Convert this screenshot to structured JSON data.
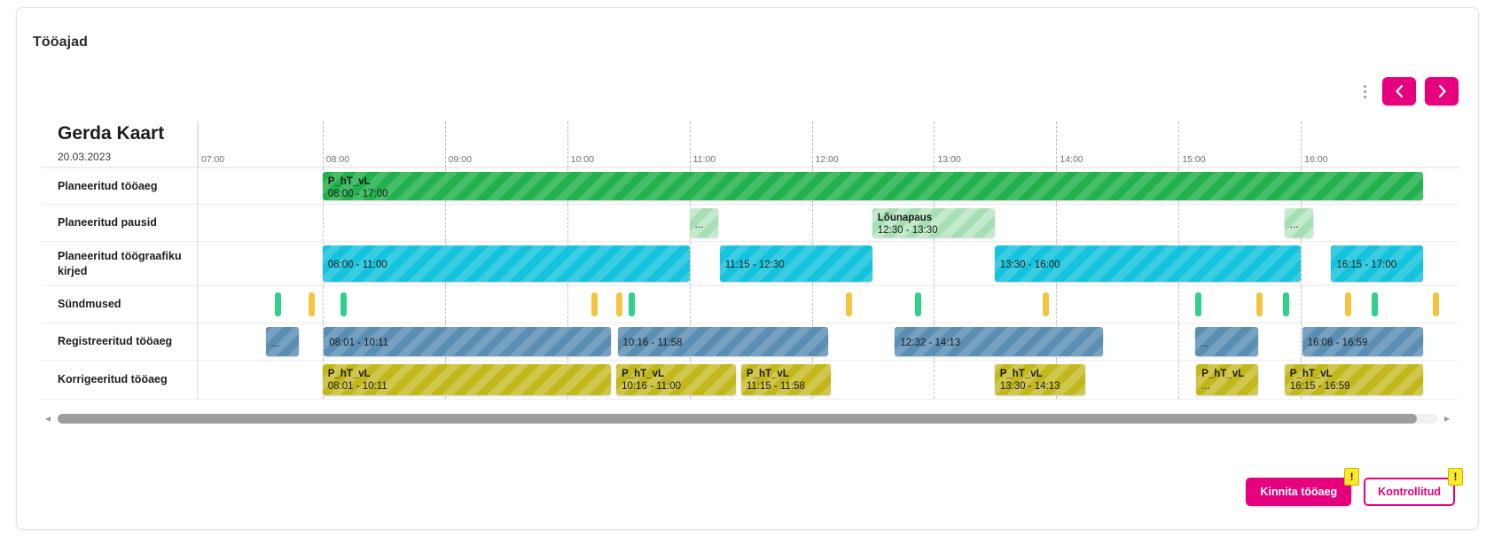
{
  "panel": {
    "title": "Tööajad"
  },
  "top_controls": {
    "kebab_name": "more-options",
    "prev_label": "‹",
    "next_label": "›"
  },
  "person": {
    "name": "Gerda Kaart",
    "date": "20.03.2023"
  },
  "axis": {
    "ticks": [
      "07:00",
      "08:00",
      "09:00",
      "10:00",
      "11:00",
      "12:00",
      "13:00",
      "14:00",
      "15:00",
      "16:00"
    ],
    "tick_positions_pct": [
      0.0,
      9.9,
      19.6,
      29.3,
      39.0,
      48.7,
      58.4,
      68.1,
      77.8,
      87.5
    ],
    "tick_dashed": [
      false,
      true,
      true,
      true,
      true,
      true,
      true,
      true,
      true,
      true
    ]
  },
  "rows": [
    {
      "label": "Planeeritud tööaeg",
      "name": "row-planned-worktime",
      "height": 42,
      "bars": [
        {
          "kind": "green",
          "title": "P_hT_vL",
          "time": "08:00 - 17:00",
          "left_pct": 9.9,
          "width_pct": 87.3,
          "dots": false
        }
      ],
      "events": []
    },
    {
      "label": "Planeeritud pausid",
      "name": "row-planned-breaks",
      "height": 42,
      "bars": [
        {
          "kind": "lightgreen",
          "title": "",
          "time": "",
          "left_pct": 39.0,
          "width_pct": 2.3,
          "dots": true
        },
        {
          "kind": "lightgreen",
          "title": "Lõunapaus",
          "time": "12:30 - 13:30",
          "left_pct": 53.5,
          "width_pct": 9.7,
          "dots": false
        },
        {
          "kind": "lightgreen",
          "title": "",
          "time": "",
          "left_pct": 86.2,
          "width_pct": 2.3,
          "dots": true
        }
      ],
      "events": []
    },
    {
      "label": "Planeeritud töögraafiku kirjed",
      "name": "row-planned-schedule-entries",
      "height": 50,
      "bars": [
        {
          "kind": "cyan",
          "title": "",
          "time": "08:00 - 11:00",
          "left_pct": 9.9,
          "width_pct": 29.1,
          "dots": false
        },
        {
          "kind": "cyan",
          "title": "",
          "time": "11:15 - 12:30",
          "left_pct": 41.4,
          "width_pct": 12.1,
          "dots": false
        },
        {
          "kind": "cyan",
          "title": "",
          "time": "13:30 - 16:00",
          "left_pct": 63.2,
          "width_pct": 24.3,
          "dots": false
        },
        {
          "kind": "cyan",
          "title": "",
          "time": "16:15 - 17:00",
          "left_pct": 89.9,
          "width_pct": 7.3,
          "dots": false
        }
      ],
      "events": []
    },
    {
      "label": "Sündmused",
      "name": "row-events",
      "height": 42,
      "bars": [],
      "events": [
        {
          "color": "green",
          "left_pct": 6.3
        },
        {
          "color": "yellow",
          "left_pct": 9.0
        },
        {
          "color": "green",
          "left_pct": 11.5
        },
        {
          "color": "yellow",
          "left_pct": 31.4
        },
        {
          "color": "yellow",
          "left_pct": 33.4
        },
        {
          "color": "green",
          "left_pct": 34.4
        },
        {
          "color": "yellow",
          "left_pct": 51.6
        },
        {
          "color": "green",
          "left_pct": 57.1
        },
        {
          "color": "yellow",
          "left_pct": 67.2
        },
        {
          "color": "green",
          "left_pct": 79.3
        },
        {
          "color": "yellow",
          "left_pct": 84.2
        },
        {
          "color": "green",
          "left_pct": 86.3
        },
        {
          "color": "yellow",
          "left_pct": 91.2
        },
        {
          "color": "green",
          "left_pct": 93.3
        },
        {
          "color": "yellow",
          "left_pct": 98.2
        }
      ]
    },
    {
      "label": "Registreeritud tööaeg",
      "name": "row-registered-worktime",
      "height": 42,
      "bars": [
        {
          "kind": "blue",
          "title": "",
          "time": "",
          "left_pct": 5.4,
          "width_pct": 2.6,
          "dots": true
        },
        {
          "kind": "blue",
          "title": "",
          "time": "08:01 - 10:11",
          "left_pct": 10.0,
          "width_pct": 22.8,
          "dots": false
        },
        {
          "kind": "blue",
          "title": "",
          "time": "10:16 - 11:58",
          "left_pct": 33.3,
          "width_pct": 16.7,
          "dots": false
        },
        {
          "kind": "blue",
          "title": "",
          "time": "12:32 - 14:13",
          "left_pct": 55.3,
          "width_pct": 16.5,
          "dots": false
        },
        {
          "kind": "blue",
          "title": "",
          "time": "",
          "left_pct": 79.1,
          "width_pct": 5.0,
          "dots": true
        },
        {
          "kind": "blue",
          "title": "",
          "time": "16:08 - 16:59",
          "left_pct": 87.6,
          "width_pct": 9.6,
          "dots": false
        }
      ],
      "events": []
    },
    {
      "label": "Korrigeeritud tööaeg",
      "name": "row-corrected-worktime",
      "height": 44,
      "bars": [
        {
          "kind": "olive",
          "title": "P_hT_vL",
          "time": "08:01 - 10:11",
          "left_pct": 9.9,
          "width_pct": 22.9,
          "dots": false
        },
        {
          "kind": "olive",
          "title": "P_hT_vL",
          "time": "10:16 - 11:00",
          "left_pct": 33.2,
          "width_pct": 9.5,
          "dots": false
        },
        {
          "kind": "olive",
          "title": "P_hT_vL",
          "time": "11:15 - 11:58",
          "left_pct": 43.1,
          "width_pct": 7.1,
          "dots": false
        },
        {
          "kind": "olive",
          "title": "P_hT_vL",
          "time": "13:30 - 14:13",
          "left_pct": 63.2,
          "width_pct": 7.2,
          "dots": false
        },
        {
          "kind": "olive",
          "title": "P_hT_vL",
          "time": "...",
          "left_pct": 79.2,
          "width_pct": 4.9,
          "dots": false
        },
        {
          "kind": "olive",
          "title": "P_hT_vL",
          "time": "16:15 - 16:59",
          "left_pct": 86.2,
          "width_pct": 11.0,
          "dots": false
        }
      ],
      "events": []
    }
  ],
  "scrollbar": {
    "left_arrow": "◂",
    "right_arrow": "▸",
    "thumb_width_pct": 98.5
  },
  "footer": {
    "confirm_label": "Kinnita tööaeg",
    "checked_label": "Kontrollitud",
    "warning_glyph": "!"
  },
  "colors": {
    "accent": "#e6007e",
    "planned": "#22b14c",
    "break": "#a6dfb4",
    "schedule": "#14c3dd",
    "registered": "#5b8eb3",
    "corrected": "#c3b81b",
    "event_green": "#2fd18c",
    "event_yellow": "#f3c53f",
    "warning": "#ffe92b"
  }
}
